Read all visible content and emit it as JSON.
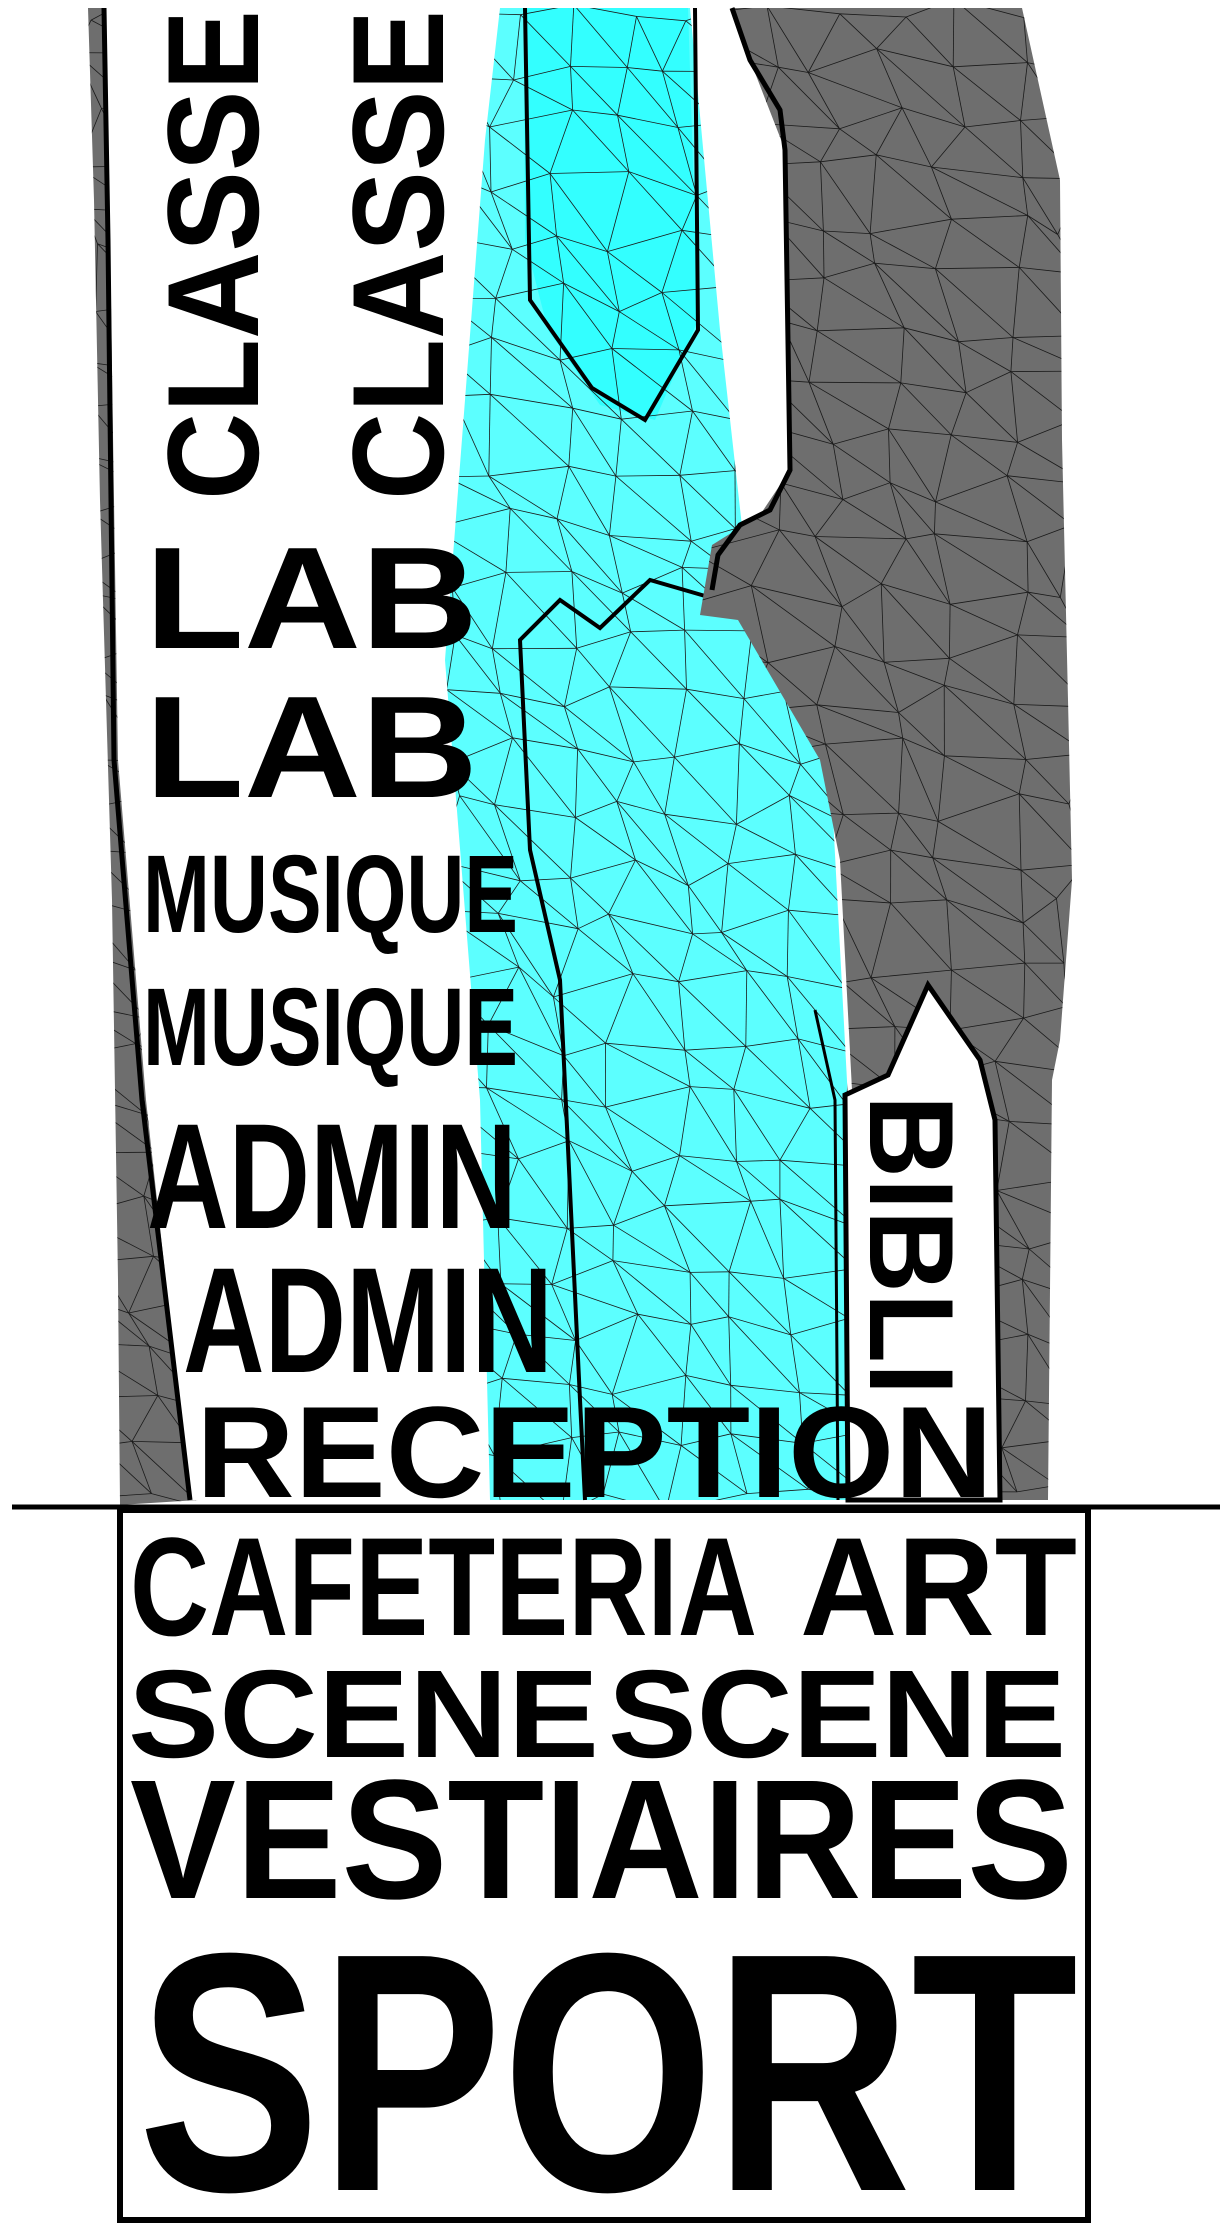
{
  "colors": {
    "background": "#ffffff",
    "ink": "#000000",
    "circulation_fill": "#33ffff",
    "circulation_fill_light": "#5cffff",
    "mass_fill": "#6e6e6e",
    "mesh_line": "#1a1a1a"
  },
  "upper_labels": {
    "classe_1": "CLASSE",
    "classe_2": "CLASSE",
    "lab_1": "LAB",
    "lab_2": "LAB",
    "musique_1": "MUSIQUE",
    "musique_2": "MUSIQUE",
    "admin_1": "ADMIN",
    "admin_2": "ADMIN",
    "bibli": "BIBLI",
    "reception": "RECEPTION"
  },
  "lower_labels": {
    "cafeteria": "CAFETERIA",
    "art": "ART",
    "scene_1": "SCENE",
    "scene_2": "SCENE",
    "vestiaires": "VESTIAIRES",
    "sport": "SPORT"
  }
}
